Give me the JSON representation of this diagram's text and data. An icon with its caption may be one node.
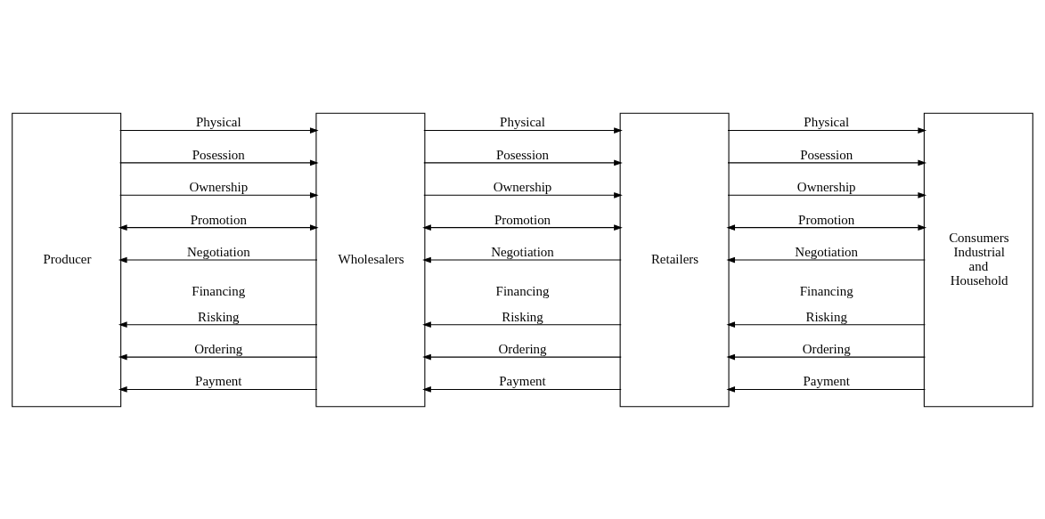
{
  "diagram": {
    "nodes": [
      {
        "text": [
          "Producer"
        ]
      },
      {
        "text": [
          "Wholesalers"
        ]
      },
      {
        "text": [
          "Retailers"
        ]
      },
      {
        "text": [
          "Consumers Industrial and Household"
        ]
      }
    ],
    "edges": [
      {
        "from": 0,
        "to": 1,
        "arrow": "to",
        "label": "Physical"
      },
      {
        "from": 0,
        "to": 1,
        "arrow": "to",
        "label": "Posession"
      },
      {
        "from": 0,
        "to": 1,
        "arrow": "to",
        "label": "Ownership"
      },
      {
        "from": 0,
        "to": 1,
        "arrow": "both",
        "label": "Promotion"
      },
      {
        "from": 1,
        "to": 0,
        "arrow": "to",
        "label": "Negotiation"
      },
      {
        "from": 1,
        "to": 0,
        "arrow": "to",
        "label": "Risking"
      },
      {
        "from": 1,
        "to": 0,
        "arrow": "to",
        "label": "Ordering"
      },
      {
        "from": 1,
        "to": 0,
        "arrow": "to",
        "label": "Payment"
      },
      {
        "from": 1,
        "to": 2,
        "arrow": "to",
        "label": "Physical"
      },
      {
        "from": 1,
        "to": 2,
        "arrow": "to",
        "label": "Posession"
      },
      {
        "from": 1,
        "to": 2,
        "arrow": "to",
        "label": "Ownership"
      },
      {
        "from": 1,
        "to": 2,
        "arrow": "both",
        "label": "Promotion"
      },
      {
        "from": 2,
        "to": 1,
        "arrow": "to",
        "label": "Negotiation"
      },
      {
        "from": 2,
        "to": 1,
        "arrow": "to",
        "label": "Risking"
      },
      {
        "from": 2,
        "to": 1,
        "arrow": "to",
        "label": "Ordering"
      },
      {
        "from": 2,
        "to": 1,
        "arrow": "to",
        "label": "Payment"
      },
      {
        "from": 2,
        "to": 3,
        "arrow": "to",
        "label": "Physical"
      },
      {
        "from": 2,
        "to": 3,
        "arrow": "to",
        "label": "Posession"
      },
      {
        "from": 2,
        "to": 3,
        "arrow": "to",
        "label": "Ownership"
      },
      {
        "from": 2,
        "to": 3,
        "arrow": "both",
        "label": "Promotion"
      },
      {
        "from": 3,
        "to": 2,
        "arrow": "to",
        "label": "Negotiation"
      },
      {
        "from": 3,
        "to": 2,
        "arrow": "to",
        "label": "Risking"
      },
      {
        "from": 3,
        "to": 2,
        "arrow": "to",
        "label": "Ordering"
      },
      {
        "from": 3,
        "to": 2,
        "arrow": "to",
        "label": "Payment"
      }
    ],
    "labels": [
      "Financing",
      "Financing",
      "Financing"
    ]
  }
}
